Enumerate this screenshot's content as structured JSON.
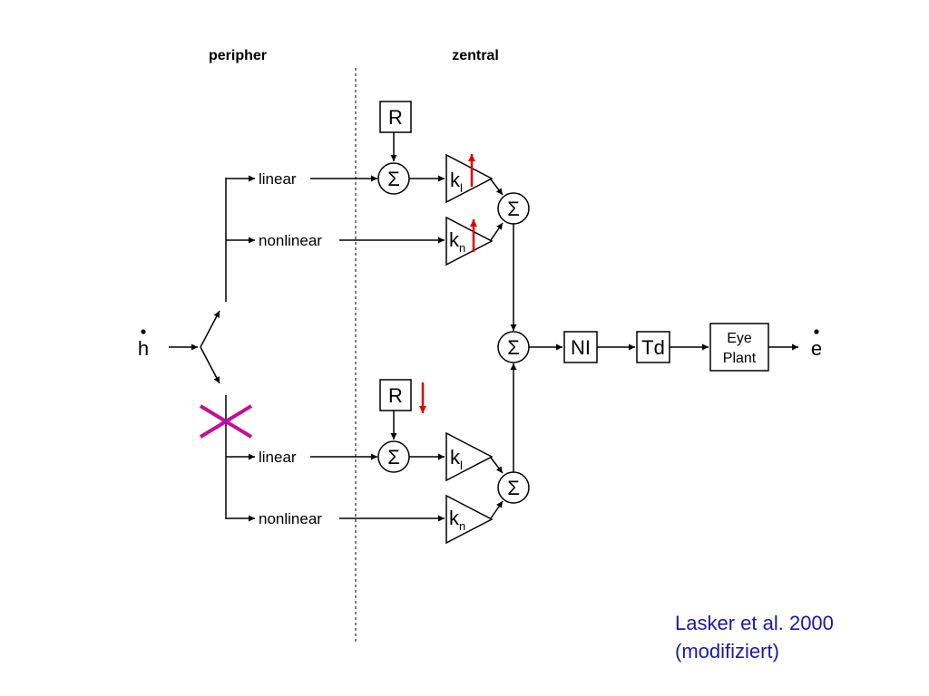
{
  "headers": {
    "peripheral": "peripher",
    "central": "zentral"
  },
  "input_label": "h",
  "output_label": "e",
  "sum_symbol": "Σ",
  "upper_path": {
    "linear_label": "linear",
    "nonlinear_label": "nonlinear",
    "r_label": "R",
    "gain_linear_base": "k",
    "gain_linear_sub": "l",
    "gain_nonlinear_base": "k",
    "gain_nonlinear_sub": "n",
    "linear_gain_change": "increase",
    "nonlinear_gain_change": "increase"
  },
  "lower_path": {
    "linear_label": "linear",
    "nonlinear_label": "nonlinear",
    "r_label": "R",
    "r_change": "decrease",
    "gain_linear_base": "k",
    "gain_linear_sub": "l",
    "gain_nonlinear_base": "k",
    "gain_nonlinear_sub": "n",
    "lesioned": true
  },
  "chain": {
    "nl_label": "NI",
    "td_label": "Td",
    "eye_plant_line1": "Eye",
    "eye_plant_line2": "Plant"
  },
  "citation": {
    "line1": "Lasker et al. 2000",
    "line2": "(modifiziert)"
  },
  "colors": {
    "lines": "#000000",
    "gain_arrows": "#e00000",
    "lesion_cross": "#c0109a",
    "citation": "#1a1aa0"
  }
}
